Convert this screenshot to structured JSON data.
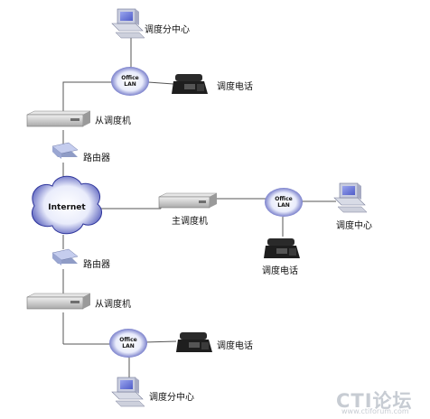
{
  "labels": {
    "sub_center_top": "调度分中心",
    "phone_top": "调度电话",
    "slave_top": "从调度机",
    "router_top": "路由器",
    "internet": "Internet",
    "master": "主调度机",
    "center": "调度中心",
    "phone_right": "调度电话",
    "router_bottom": "路由器",
    "slave_bottom": "从调度机",
    "phone_bottom": "调度电话",
    "sub_center_bottom": "调度分中心",
    "office_lan_line1": "Office",
    "office_lan_line2": "LAN"
  },
  "watermark": {
    "logo": "CTI论坛",
    "url": "www.ctiforum.com"
  },
  "icons": {
    "workstation": "computer-icon",
    "phone": "telephone-icon",
    "switch": "switch-box-icon",
    "router": "router-icon",
    "cloud": "cloud-icon"
  },
  "colors": {
    "line": "#555555",
    "cloud_fill": "#3a42b0",
    "switch_body": "#d6d6d6",
    "router_body": "#b7c2e6",
    "monitor_screen": "#6b78d8",
    "phone_body": "#1e1e1e"
  }
}
